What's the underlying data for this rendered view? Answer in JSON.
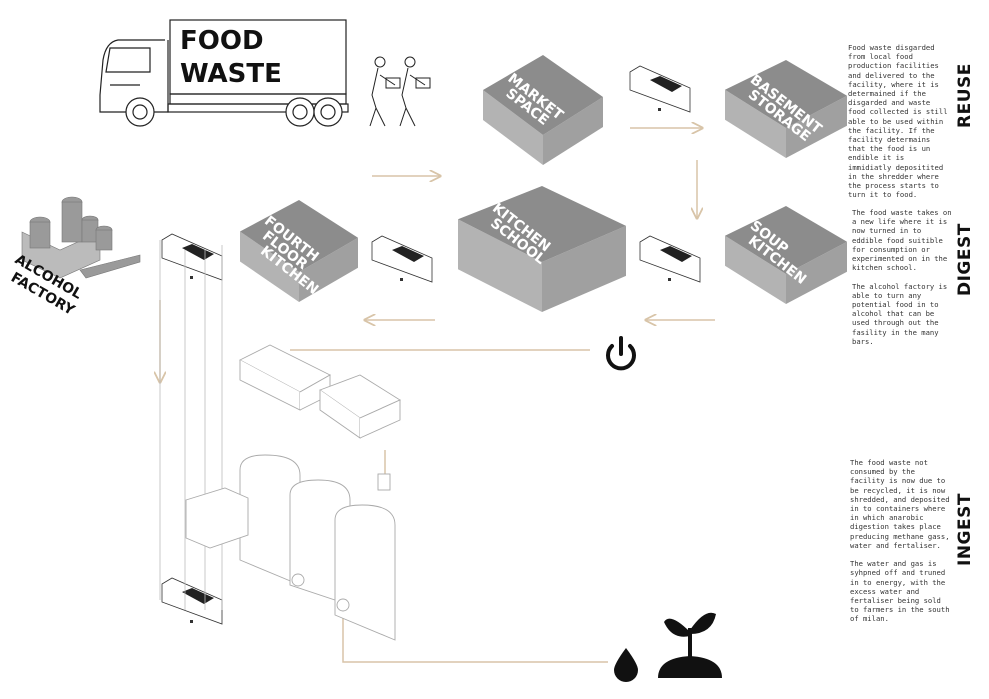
{
  "truck": {
    "title_line1": "FOOD",
    "title_line2": "WASTE"
  },
  "rooms": {
    "market": [
      "MARKET",
      "SPACE"
    ],
    "basement": [
      "BASEMENT",
      "STORAGE"
    ],
    "kitchen_school": [
      "KITCHEN",
      "SCHOOL"
    ],
    "soup": [
      "SOUP",
      "KITCHEN"
    ],
    "fourth": [
      "FOURTH",
      "FLOOR",
      "KITCHEN"
    ],
    "alcohol": [
      "ALCOHOL",
      "FACTORY"
    ]
  },
  "sections": [
    {
      "heading": "REUSE",
      "text": "Food waste disgarded from local food production facilities and delivered to the facility, where it is determained if the disgarded and waste food collected is still able to be used within the facility. If the facility determains that the food is un endible it is immidiatly depositited in the shredder where the process starts to turn it to food."
    },
    {
      "heading": "DIGEST",
      "text": "The food waste takes on a new life where it is now turned in to eddible food suitible for consumption or experimented on in the kitchen school.\n\nThe alcohol factory is able to turn any potential food in to alcohol that can be used through out the fasility in the many bars."
    },
    {
      "heading": "INGEST",
      "text": "The food waste not consumed by the facility is now due to be recycled, it is now shredded, and deposited in to containers where in which anarobic digestion takes place preducing methane gass, water and fertaliser.\n\nThe water and gas is syhpned off and truned in to energy, with the excess water and fertaliser being sold to farmers in the south of milan."
    }
  ],
  "icons": [
    "power-icon",
    "water-drop-icon",
    "plant-icon"
  ],
  "colors": {
    "box_top": "#8c8c8c",
    "box_side": "#a9a9a9",
    "arrow": "#d8c4a8",
    "ink": "#111111"
  }
}
